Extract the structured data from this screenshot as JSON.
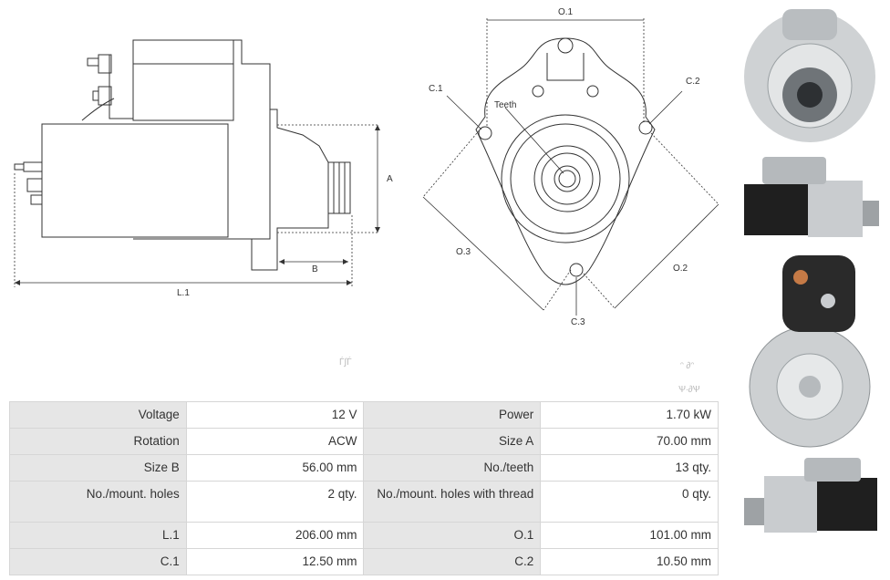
{
  "diagram_labels": {
    "a": "A",
    "b": "B",
    "l1": "L.1",
    "o1": "O.1",
    "o2": "O.2",
    "o3": "O.3",
    "c1": "C.1",
    "c2": "C.2",
    "c3": "C.3",
    "teeth": "Teeth"
  },
  "faint_marks": [
    "Ѓ∫Ѓ",
    "ᵔ ∂ᵔ",
    "Ѱ∙∂Ѱ"
  ],
  "specs": [
    {
      "label": "Voltage",
      "value": "12 V",
      "label2": "Power",
      "value2": "1.70 kW"
    },
    {
      "label": "Rotation",
      "value": "ACW",
      "label2": "Size A",
      "value2": "70.00 mm"
    },
    {
      "label": "Size B",
      "value": "56.00 mm",
      "label2": "No./teeth",
      "value2": "13 qty."
    },
    {
      "label": "No./mount. holes",
      "value": "2 qty.",
      "label2": "No./mount. holes with thread",
      "value2": "0 qty."
    },
    {
      "label": "L.1",
      "value": "206.00 mm",
      "label2": "O.1",
      "value2": "101.00 mm"
    },
    {
      "label": "C.1",
      "value": "12.50 mm",
      "label2": "C.2",
      "value2": "10.50 mm"
    }
  ],
  "colors": {
    "label_bg": "#e6e6e6",
    "border": "#d6d6d6",
    "line": "#333333"
  }
}
